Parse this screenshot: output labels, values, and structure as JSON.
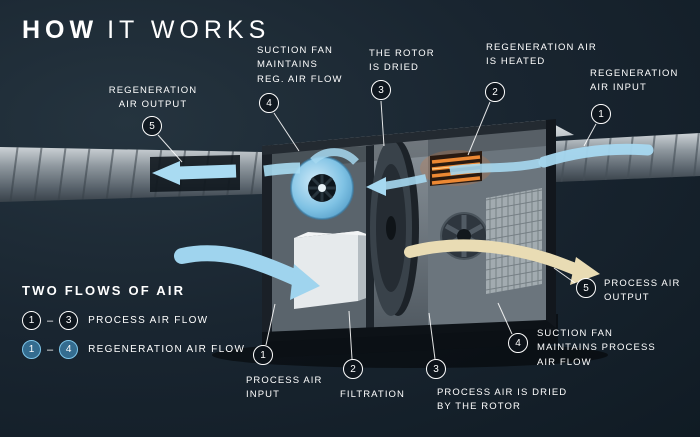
{
  "title": {
    "bold": "HOW",
    "light": "IT WORKS"
  },
  "callouts": {
    "regen_output": {
      "number": "5",
      "label": "REGENERATION\nAIR OUTPUT"
    },
    "suction_fan_reg": {
      "number": "4",
      "label": "SUCTION FAN\nMAINTAINS\nREG. AIR FLOW"
    },
    "rotor_dried": {
      "number": "3",
      "label": "THE ROTOR\nIS DRIED"
    },
    "regen_heated": {
      "number": "2",
      "label": "REGENERATION AIR\nIS HEATED"
    },
    "regen_input": {
      "number": "1",
      "label": "REGENERATION\nAIR INPUT"
    },
    "process_output": {
      "number": "5",
      "label": "PROCESS AIR\nOUTPUT"
    },
    "suction_fan_process": {
      "number": "4",
      "label": "SUCTION FAN\nMAINTAINS PROCESS\nAIR FLOW"
    },
    "process_dried": {
      "number": "3",
      "label": "PROCESS AIR IS DRIED\nBY THE ROTOR"
    },
    "filtration": {
      "number": "2",
      "label": "FILTRATION"
    },
    "process_input": {
      "number": "1",
      "label": "PROCESS AIR\nINPUT"
    }
  },
  "legend": {
    "heading": "TWO FLOWS OF AIR",
    "rows": [
      {
        "from": "1",
        "dash": "–",
        "to": "3",
        "label": "PROCESS AIR FLOW",
        "style": "white"
      },
      {
        "from": "1",
        "dash": "–",
        "to": "4",
        "label": "REGENERATION AIR FLOW",
        "style": "blue"
      }
    ]
  },
  "colors": {
    "background": "#19252f",
    "accent_blue": "#5bb6e0",
    "air_blue": "#a9dbf2",
    "air_cream": "#e9dcb4",
    "heater_orange": "#e5762d",
    "text": "#ffffff"
  }
}
